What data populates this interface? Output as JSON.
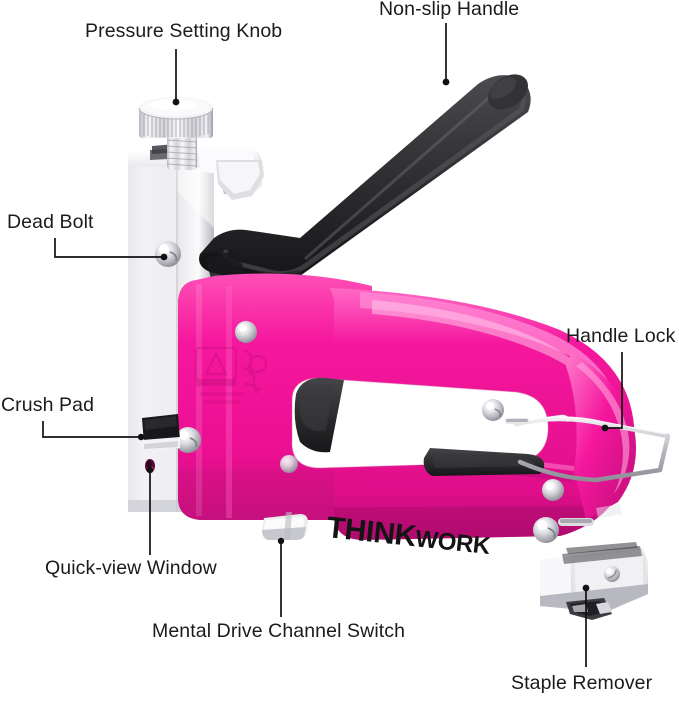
{
  "image": {
    "subject": "THINKWORK heavy duty staple gun tacker",
    "background_color": "#ffffff",
    "body_color": "#f5179d",
    "body_color_dark": "#c4107c",
    "body_color_light": "#ff63c0",
    "metal_color": "#e9e9ec",
    "metal_dark": "#a9a9b0",
    "handle_color": "#2b2b2d",
    "label_color": "#1b1b1b",
    "leader_color": "#111111"
  },
  "brand": {
    "part1": "THINK",
    "part2": "WORK"
  },
  "callouts": [
    {
      "id": "pressure-setting-knob",
      "label": "Pressure Setting Knob"
    },
    {
      "id": "non-slip-handle",
      "label": "Non-slip Handle"
    },
    {
      "id": "dead-bolt",
      "label": "Dead Bolt"
    },
    {
      "id": "handle-lock",
      "label": "Handle Lock"
    },
    {
      "id": "crush-pad",
      "label": "Crush Pad"
    },
    {
      "id": "quick-view-window",
      "label": "Quick-view Window"
    },
    {
      "id": "mental-drive-channel-switch",
      "label": "Mental Drive Channel Switch"
    },
    {
      "id": "staple-remover",
      "label": "Staple Remover"
    }
  ]
}
